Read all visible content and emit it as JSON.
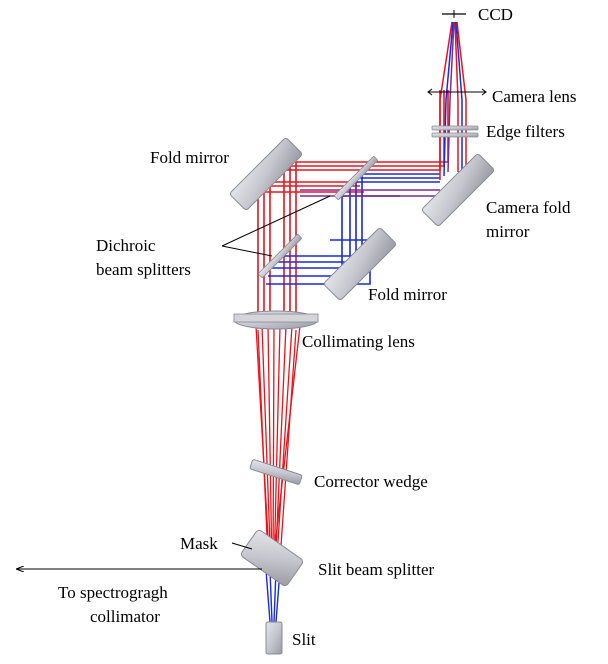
{
  "labels": {
    "ccd": "CCD",
    "camera_lens": "Camera lens",
    "edge_filters": "Edge filters",
    "fold_mirror_top": "Fold mirror",
    "camera_fold_mirror_line1": "Camera fold",
    "camera_fold_mirror_line2": "mirror",
    "dichroic_line1": "Dichroic",
    "dichroic_line2": "beam splitters",
    "fold_mirror_bottom": "Fold mirror",
    "collimating_lens": "Collimating lens",
    "corrector_wedge": "Corrector wedge",
    "mask": "Mask",
    "slit_beam_splitter": "Slit beam splitter",
    "to_collimator_line1": "To spectrogragh",
    "to_collimator_line2": "collimator",
    "slit": "Slit"
  },
  "colors": {
    "red_beam": "#e8141c",
    "blue_beam": "#1a2ad8",
    "purple_beam": "#7a2a9c",
    "optic_fill": "#cfcfd6",
    "optic_edge": "#8a8a95"
  }
}
